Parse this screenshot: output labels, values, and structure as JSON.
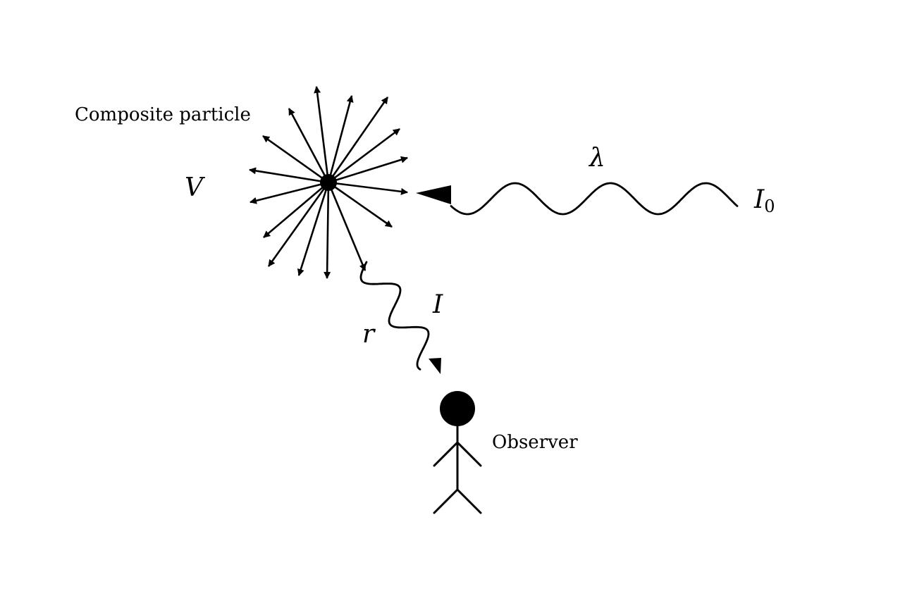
{
  "labels": {
    "particle": "Composite particle",
    "volume": "V",
    "wavelength": "λ",
    "incident_intensity_base": "I",
    "incident_intensity_sub": "0",
    "scattered_intensity": "I",
    "distance": "r",
    "observer": "Observer"
  },
  "colors": {
    "ink": "#000000",
    "background": "#ffffff"
  }
}
